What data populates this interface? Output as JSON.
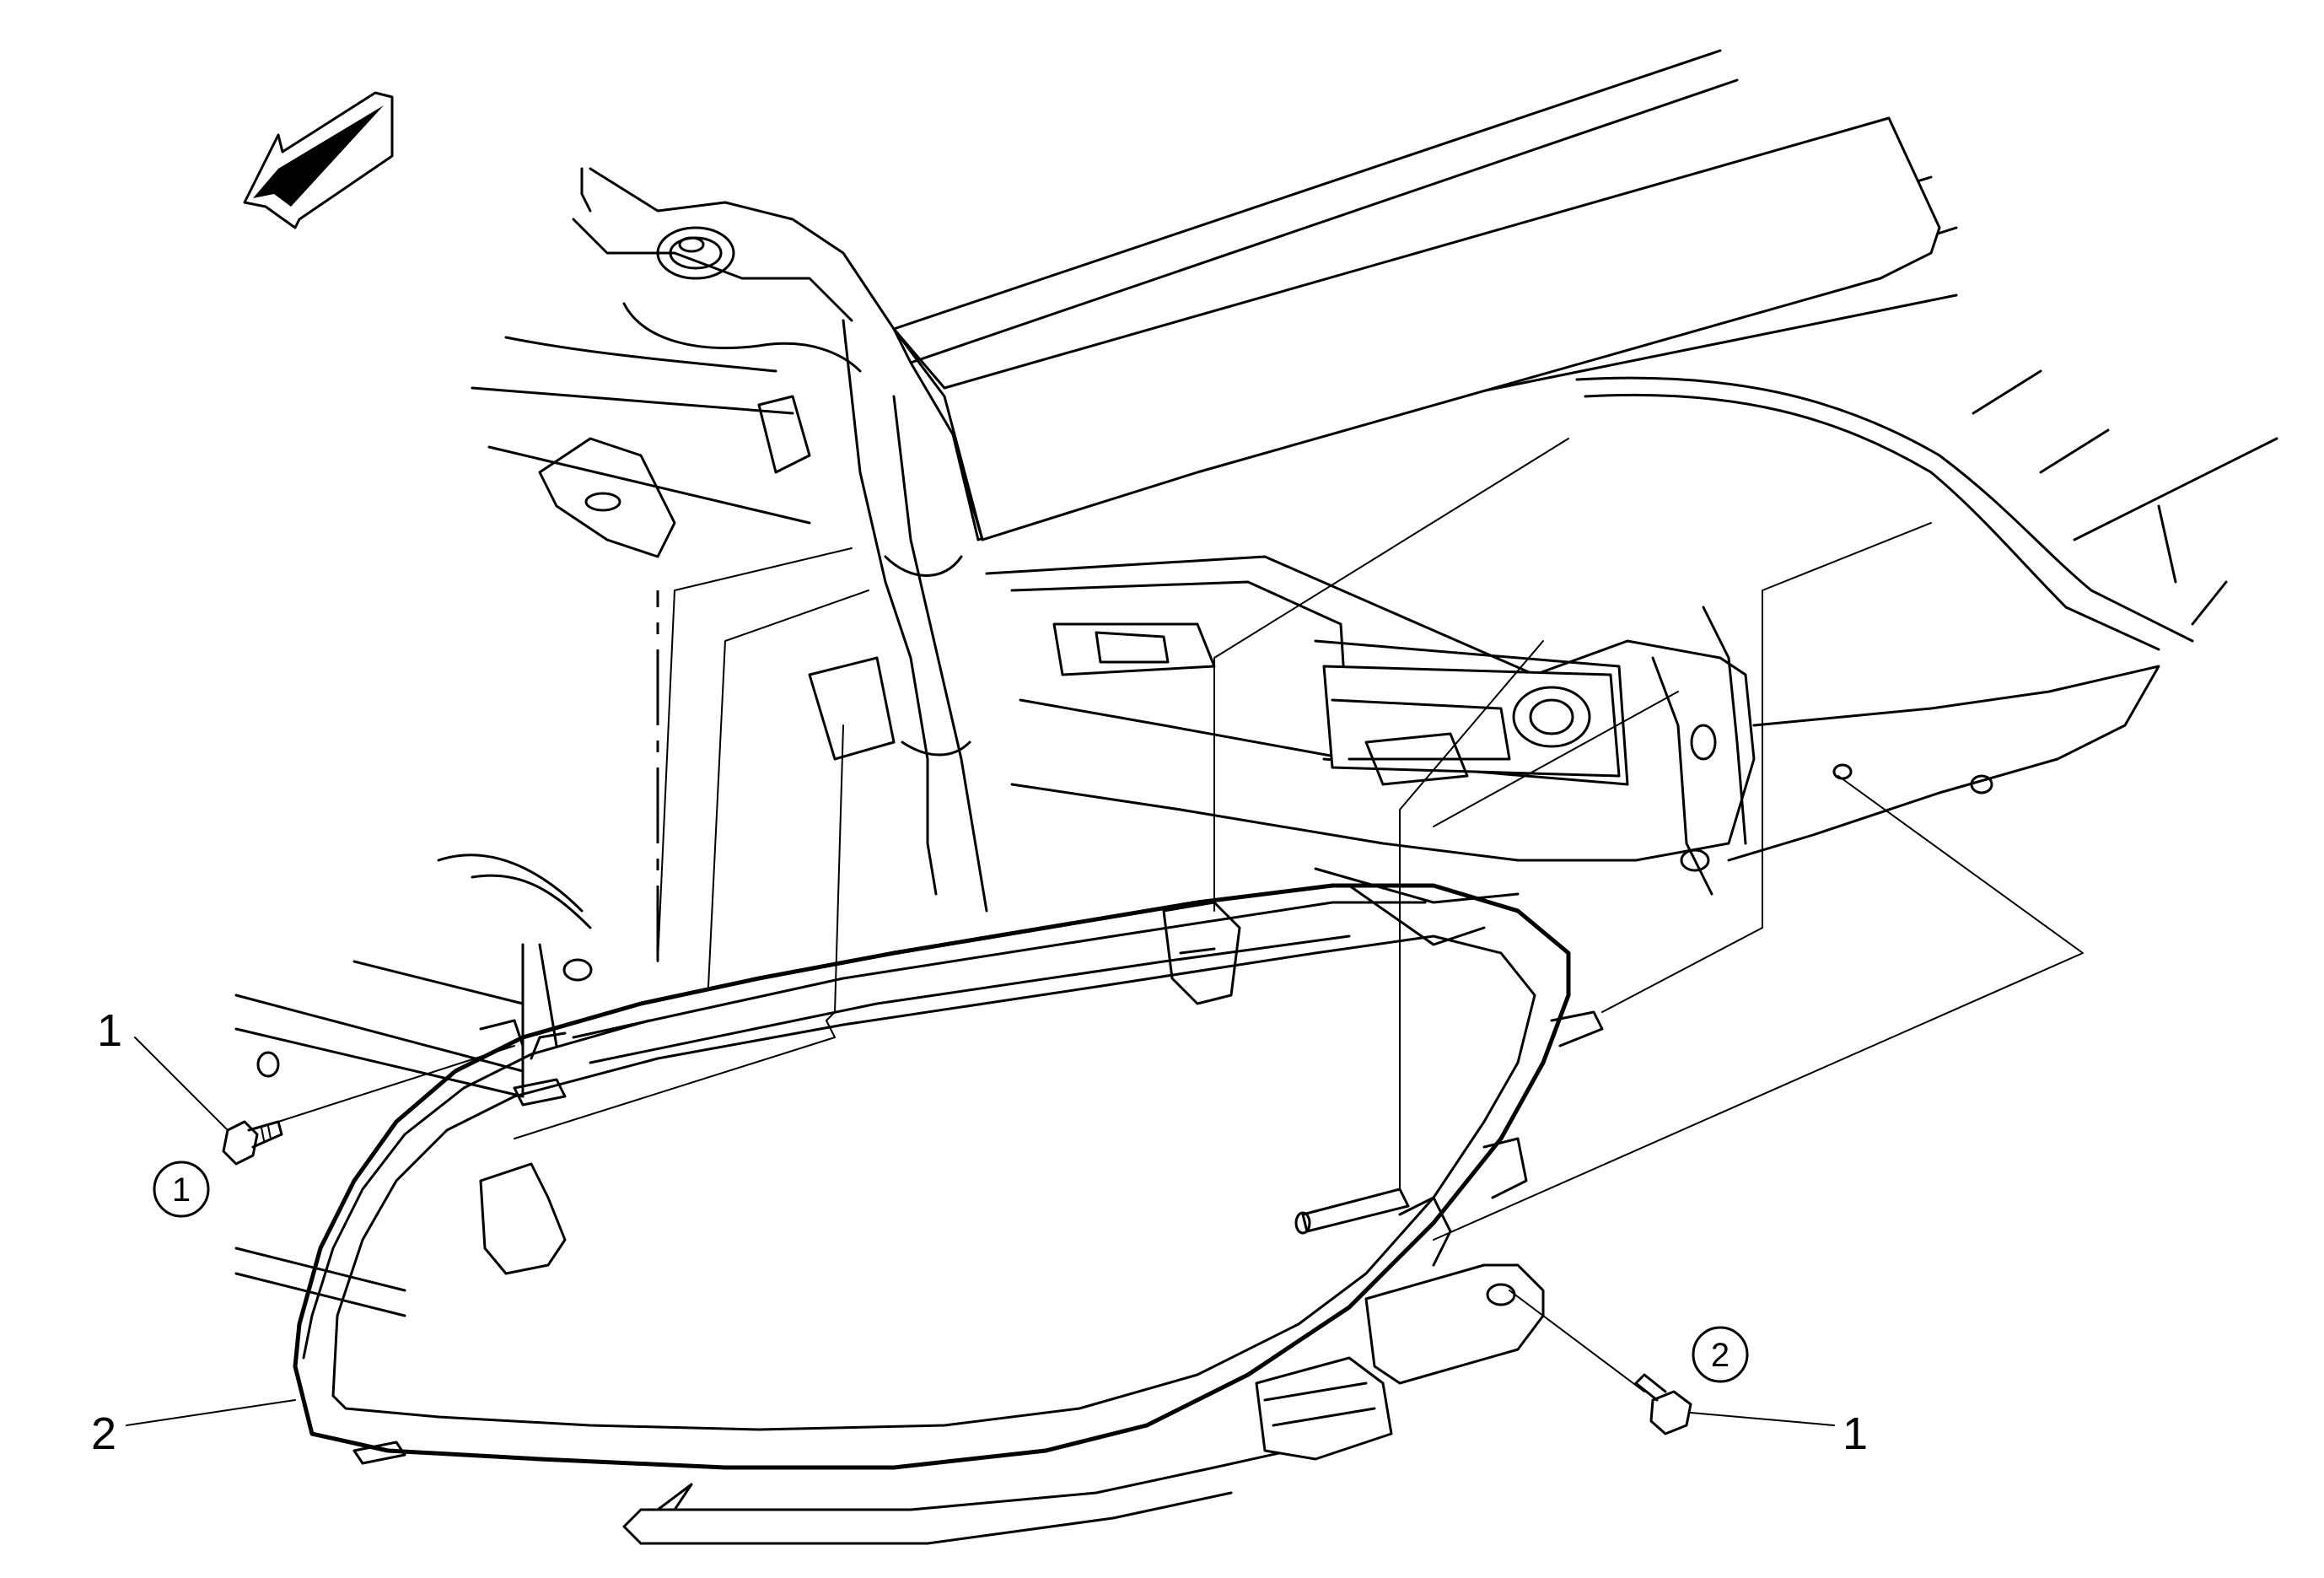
{
  "figure": {
    "callouts": [
      {
        "id": "callout-1-left",
        "label": "1"
      },
      {
        "id": "callout-2-left",
        "label": "2"
      },
      {
        "id": "callout-1-right",
        "label": "1"
      }
    ],
    "step_markers": [
      {
        "id": "step-1",
        "label": "1"
      },
      {
        "id": "step-2",
        "label": "2"
      }
    ],
    "parts": {
      "1": "bolt",
      "2": "headlamp-assembly"
    },
    "icons": {
      "direction": "front-direction-arrow-icon"
    }
  }
}
